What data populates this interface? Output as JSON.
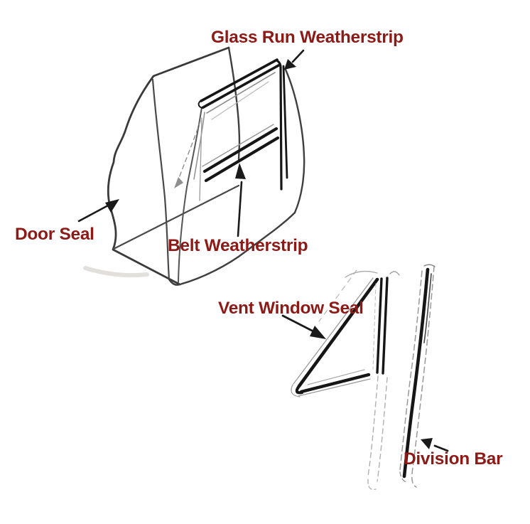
{
  "diagram": {
    "background": "#ffffff",
    "label_color": "#8d1a16",
    "line_color_dark": "#161616",
    "line_color_mid": "#3d3d3d",
    "line_color_light": "#9a9a9a",
    "labels": {
      "glass_run_weatherstrip": "Glass Run Weatherstrip",
      "door_seal": "Door Seal",
      "belt_weatherstrip": "Belt Weatherstrip",
      "vent_window_seal": "Vent Window Seal",
      "division_bar": "Division Bar"
    }
  }
}
